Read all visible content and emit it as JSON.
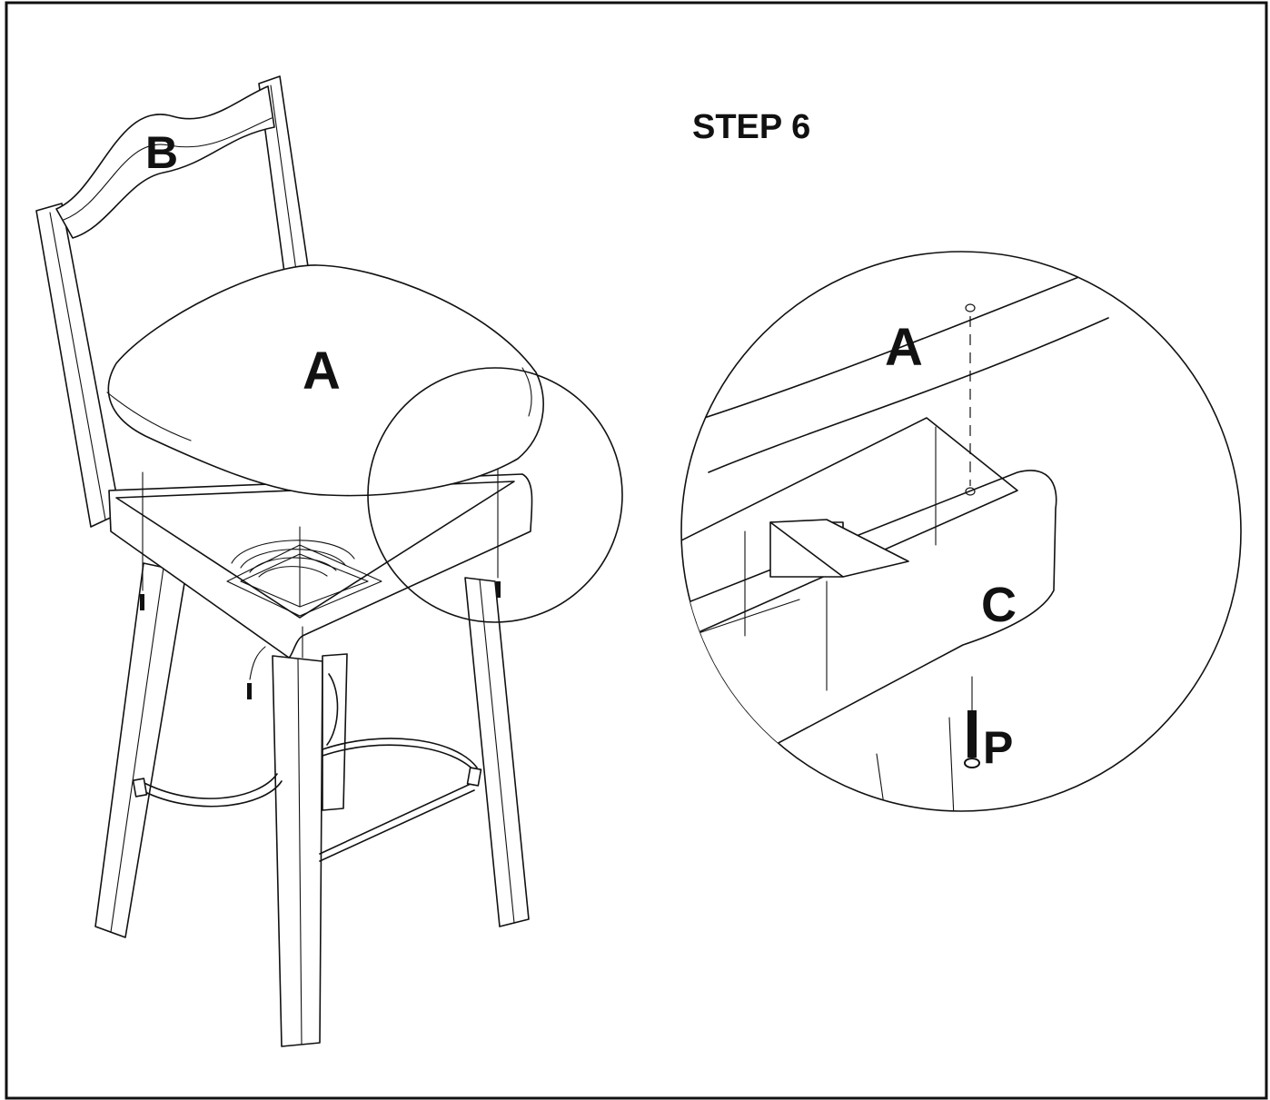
{
  "step_title": "STEP 6",
  "labels": {
    "back": "B",
    "seat_main": "A",
    "seat_detail": "A",
    "frame_detail": "C",
    "screw_detail": "P"
  }
}
